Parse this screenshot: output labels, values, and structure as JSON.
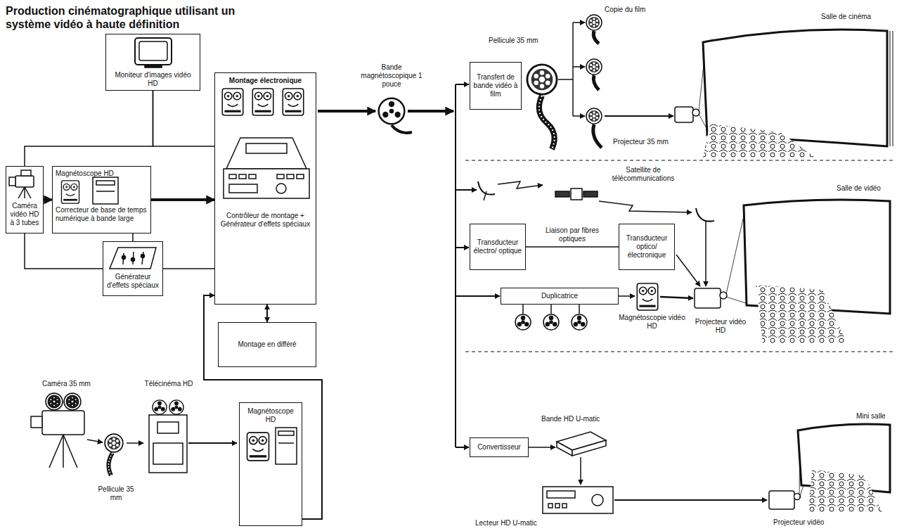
{
  "diagram": {
    "title": "Production cinématographique utilisant un système vidéo à haute définition",
    "nodes": [
      {
        "text": [
          "Moniteur d'images vidéo HD"
        ]
      },
      {
        "text": [
          "Caméra vidéo HD à 3 tubes"
        ]
      },
      {
        "text": [
          "Magnétoscope HD",
          "Correcteur de base de temps numérique à bande large"
        ]
      },
      {
        "text": [
          "Générateur d'effets spéciaux"
        ]
      },
      {
        "text": [
          "Montage électronique",
          "Contrôleur de montage + Générateur d'effets spéciaux"
        ]
      },
      {
        "text": [
          "Montage en différé"
        ]
      },
      {
        "text": [
          "Magnétoscope HD"
        ]
      },
      {
        "text": [
          "Transfert de bande vidéo à film"
        ]
      },
      {
        "text": [
          "Transducteur électro/ optique"
        ]
      },
      {
        "text": [
          "Transducteur optico/ électronique"
        ]
      },
      {
        "text": [
          "Duplicatrice"
        ]
      },
      {
        "text": [
          "Convertisseur"
        ]
      }
    ],
    "edges": [
      {
        "from": 1,
        "to": 2,
        "arrow": "to"
      },
      {
        "from": 0,
        "to": 1,
        "arrow": "none"
      },
      {
        "from": 0,
        "to": 4,
        "arrow": "none"
      },
      {
        "from": 2,
        "to": 4,
        "arrow": "to"
      },
      {
        "from": 1,
        "to": 3,
        "arrow": "none"
      },
      {
        "from": 2,
        "to": 3,
        "arrow": "none"
      },
      {
        "from": 3,
        "to": 4,
        "arrow": "none"
      },
      {
        "from": 4,
        "to": 5,
        "arrow": "both"
      },
      {
        "from": 6,
        "to": 4,
        "arrow": "to"
      },
      {
        "from": 8,
        "to": 9,
        "arrow": "none",
        "label": "Liaison par fibres optiques"
      }
    ],
    "labels": [
      "Caméra 35 mm",
      "Pellicule 35 mm",
      "Télécinéma HD",
      "Bande magnétoscopique 1 pouce",
      "Pellicule 35 mm",
      "Copie du film",
      "Salle de cinéma",
      "Projecteur 35 mm",
      "Satellite de télécommunications",
      "Salle de vidéo",
      "Projecteur vidéo HD",
      "Magnétoscopie vidéo HD",
      "Mini salle",
      "Bande HD U-matic",
      "Lecteur HD U-matic",
      "Projecteur vidéo"
    ]
  }
}
